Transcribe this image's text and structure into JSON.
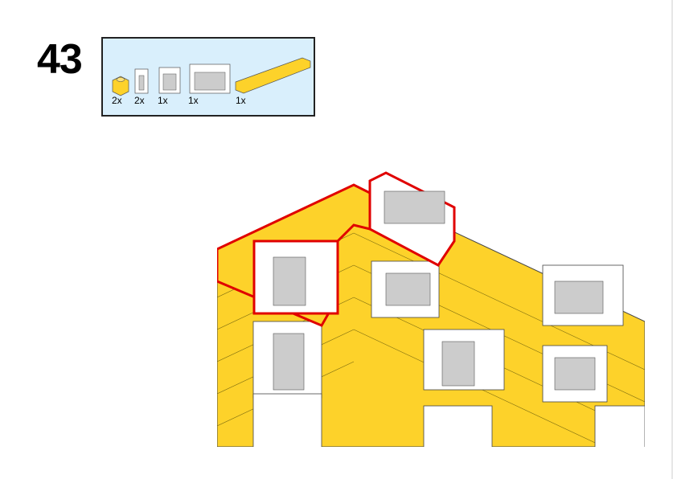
{
  "step_number": "43",
  "parts_list": [
    {
      "part": "brick-1x1-yellow",
      "qty": "2x"
    },
    {
      "part": "window-1x1x2-white",
      "qty": "2x"
    },
    {
      "part": "window-1x2x2-white",
      "qty": "1x"
    },
    {
      "part": "window-1x4x2-white",
      "qty": "1x"
    },
    {
      "part": "brick-1x8-yellow",
      "qty": "1x"
    }
  ],
  "colors": {
    "yellow": "#fdd22a",
    "highlight": "#e00000",
    "panel": "#d9effc"
  }
}
